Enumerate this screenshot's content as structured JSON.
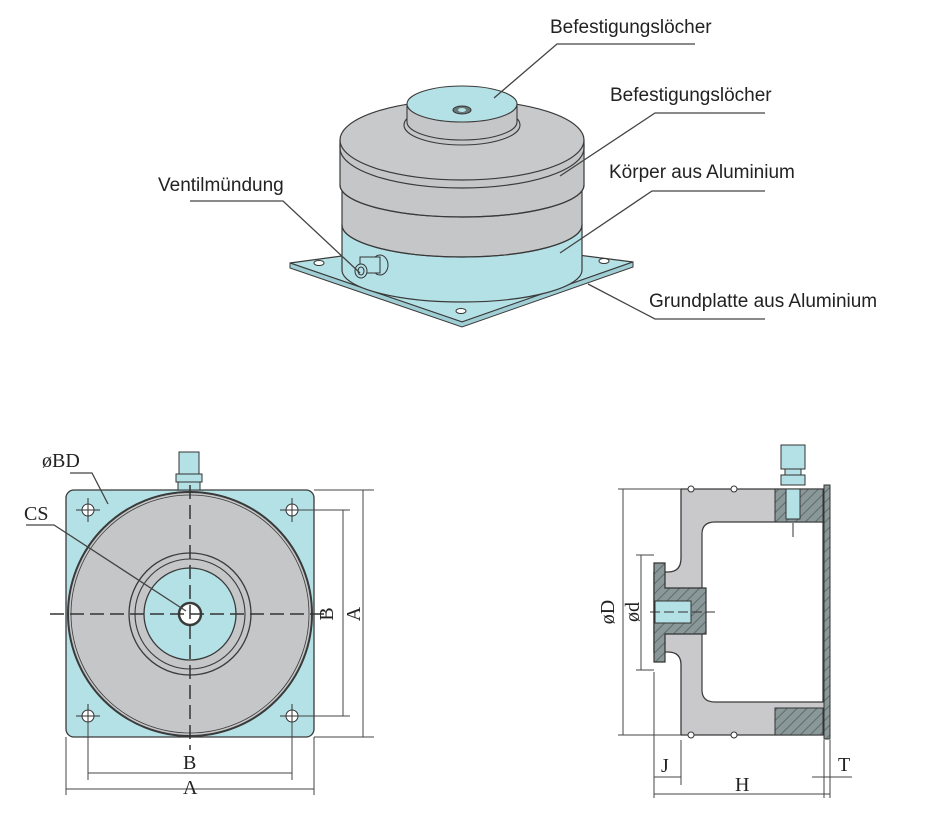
{
  "colors": {
    "aluminium_blue": "#b4e1e6",
    "body_gray": "#c5c6c8",
    "section_gray": "#c9c9cb",
    "hatch_dark": "#7b8a8b",
    "line": "#3a3a3a"
  },
  "iso_view": {
    "callouts": [
      {
        "id": "mounting-holes-top",
        "text": "Befestigungslöcher"
      },
      {
        "id": "mounting-holes-side",
        "text": "Befestigungslöcher"
      },
      {
        "id": "aluminium-body",
        "text": "Körper aus Aluminium"
      },
      {
        "id": "aluminium-baseplate",
        "text": "Grundplatte aus Aluminium"
      },
      {
        "id": "valve-port",
        "text": "Ventilmündung"
      }
    ]
  },
  "top_view": {
    "labels": {
      "hole_diameter": "øBD",
      "center_screw": "CS",
      "dim_b_horizontal": "B",
      "dim_a_horizontal": "A",
      "dim_b_vertical": "B",
      "dim_a_vertical": "A"
    }
  },
  "side_view": {
    "labels": {
      "outer_diameter": "øD",
      "inner_diameter": "ød",
      "dim_j": "J",
      "dim_h": "H",
      "dim_t": "T"
    }
  }
}
